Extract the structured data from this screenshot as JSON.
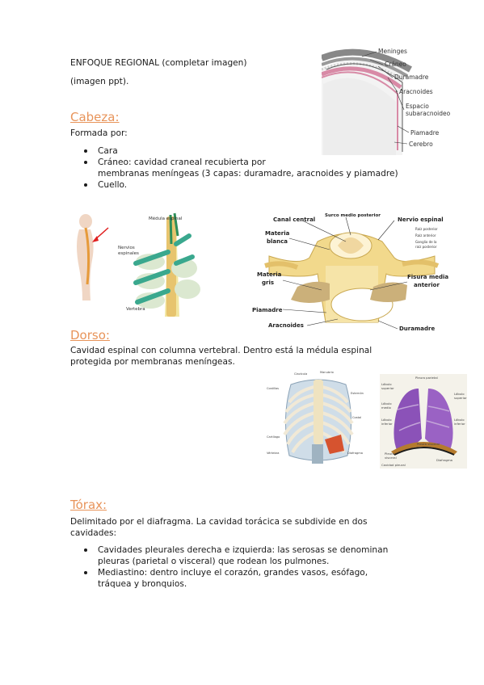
{
  "header": {
    "title": "ENFOQUE REGIONAL (completar imagen)",
    "note": "(imagen ppt)."
  },
  "cabeza": {
    "heading": "Cabeza:",
    "intro": "Formada por:",
    "items": [
      "Cara",
      "Cráneo: cavidad craneal recubierta por",
      "Cuello."
    ],
    "item2_cont": "membranas meníngeas (3 capas: duramadre, aracnoides y piamadre)"
  },
  "meninges_figure": {
    "labels": [
      "Meninges",
      "Cráneo",
      "Duramadre",
      "Aracnoides",
      "Espacio",
      "subaracnoideo",
      "Piamadre",
      "Cerebro"
    ]
  },
  "spine_figure": {
    "labels": [
      "Médula espinal",
      "Nervios",
      "espinales",
      "Vertebra"
    ]
  },
  "cord_figure": {
    "labels": [
      "Surco medio posterior",
      "Canal central",
      "Nervio espinal",
      "Materia",
      "blanca",
      "Materia",
      "gris",
      "Fisura media",
      "anterior",
      "Piamadre",
      "Aracnoides",
      "Duramadre"
    ]
  },
  "dorso": {
    "heading": "Dorso:",
    "line1": "Cavidad espinal con columna vertebral. Dentro está la médula espinal",
    "line2": "protegida por membranas meníngeas."
  },
  "torax": {
    "heading": "Tórax:",
    "line1": "Delimitado por el diafragma. La cavidad torácica se subdivide en dos",
    "line2": "cavidades:",
    "items": [
      {
        "l1": "Cavidades pleurales derecha e izquierda: las serosas se denominan",
        "l2": "pleuras (parietal o visceral) que rodean los pulmones."
      },
      {
        "l1": "Mediastino: dentro incluye el corazón, grandes vasos, esófago,",
        "l2": "tráquea y bronquios."
      }
    ]
  },
  "colors": {
    "heading": "#e8945a",
    "meninges_pink": "#d88aa6",
    "cord_yellow": "#f2d98c",
    "lung_purple": "#8b52b8",
    "nerve_green": "#3aa88e"
  }
}
